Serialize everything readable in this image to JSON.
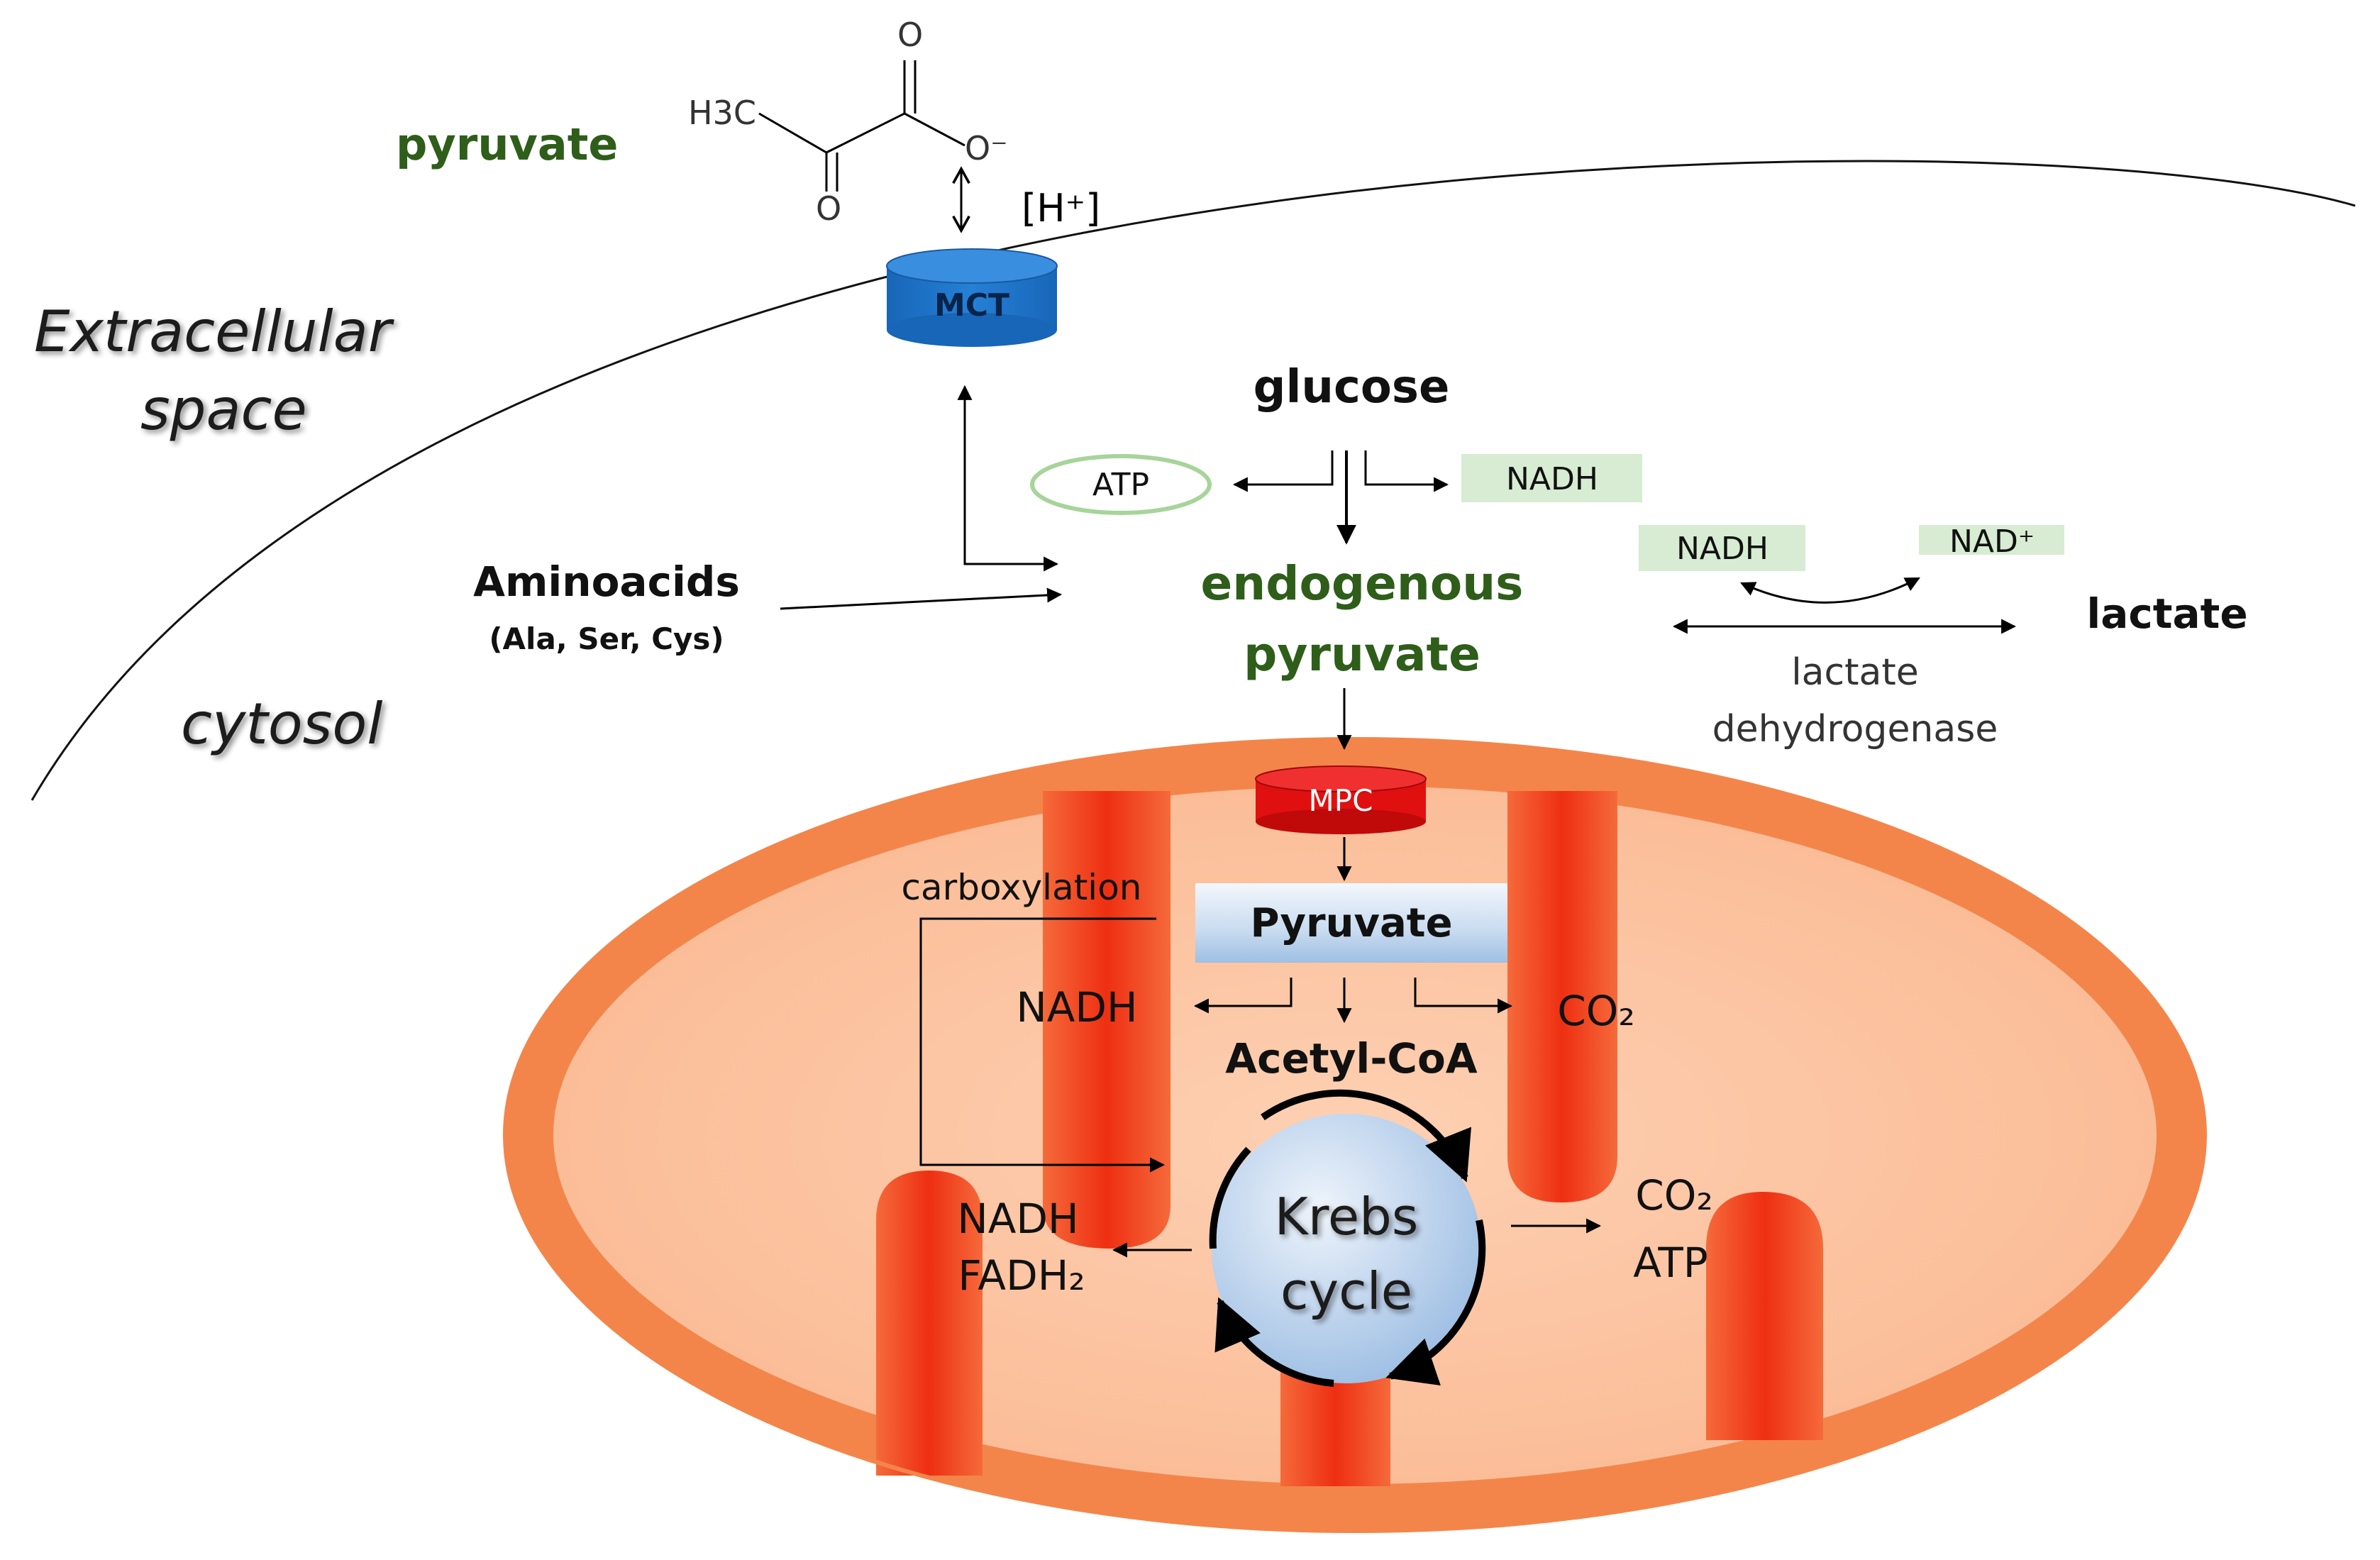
{
  "regions": {
    "extracellular_line1": "Extracellular",
    "extracellular_line2": "space",
    "cytosol": "cytosol"
  },
  "molecules": {
    "pyruvate_ext": "pyruvate",
    "h3c": "H3C",
    "o_top": "O",
    "o_bottom": "O",
    "o_minus": "O⁻",
    "proton": "[H⁺]",
    "glucose": "glucose",
    "endogenous_line1": "endogenous",
    "endogenous_line2": "pyruvate",
    "aminoacids": "Aminoacids",
    "aminoacids_sub": "(Ala, Ser, Cys)",
    "lactate": "lactate",
    "ldh_line1": "lactate",
    "ldh_line2": "dehydrogenase"
  },
  "transporters": {
    "mct": "MCT",
    "mpc": "MPC"
  },
  "cofactors": {
    "atp": "ATP",
    "nadh_glycolysis": "NADH",
    "nadh_ldh": "NADH",
    "nad_plus": "NAD⁺"
  },
  "mitochondria": {
    "carboxylation": "carboxylation",
    "pyruvate": "Pyruvate",
    "nadh_pdh": "NADH",
    "co2_pdh": "CO₂",
    "acetyl_coa": "Acetyl-CoA",
    "krebs_line1": "Krebs",
    "krebs_line2": "cycle",
    "nadh_krebs": "NADH",
    "fadh2_krebs": "FADH₂",
    "co2_krebs": "CO₂",
    "atp_krebs": "ATP"
  },
  "colors": {
    "green_text": "#2e5e1a",
    "mct_blue": "#1f6fc2",
    "mpc_red": "#e01010",
    "mito_outer": "#f4854a",
    "mito_inner": "#fbc3a0",
    "cristae_red": "#f0401c",
    "cofactor_green": "#d7ecd2"
  }
}
